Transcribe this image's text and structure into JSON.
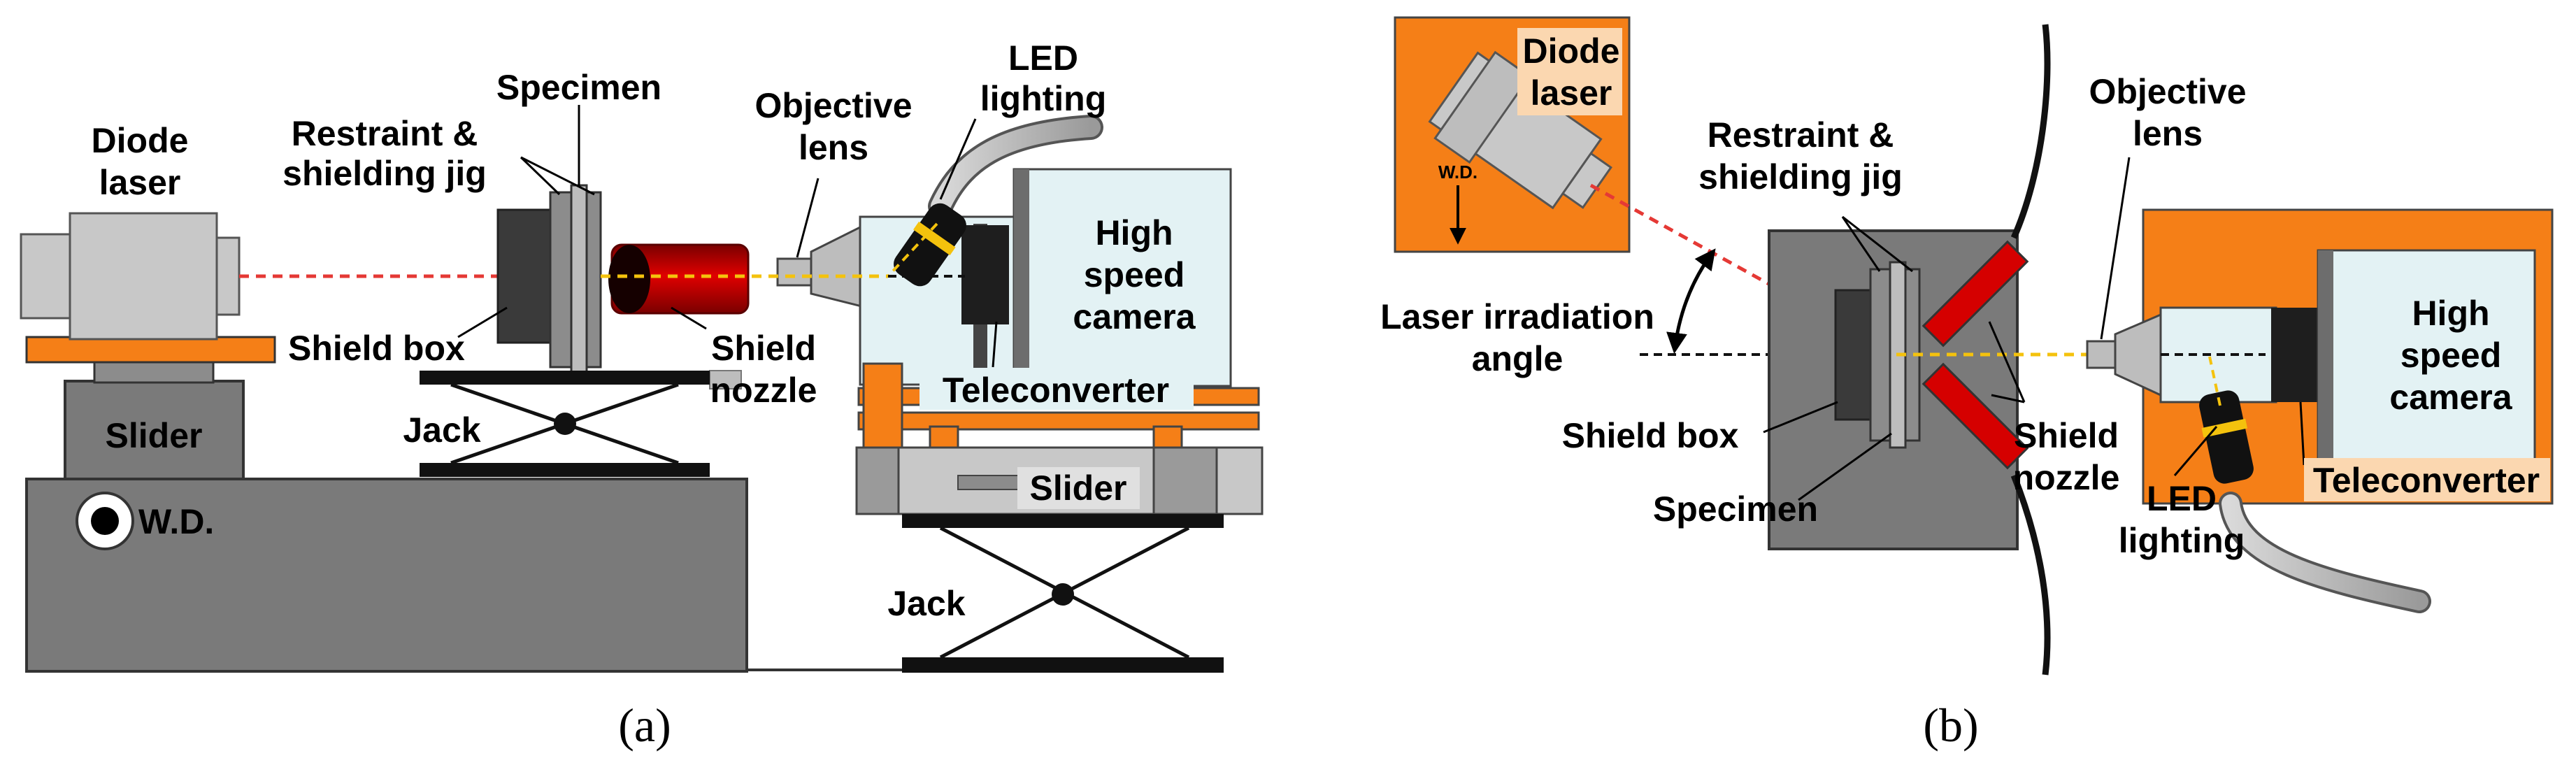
{
  "panel_a": {
    "caption": "(a)",
    "labels": {
      "diode_laser": [
        "Diode",
        "laser"
      ],
      "specimen": "Specimen",
      "restraint_jig": [
        "Restraint &",
        "shielding jig"
      ],
      "objective_lens": [
        "Objective",
        "lens"
      ],
      "led_lighting": [
        "LED",
        "lighting"
      ],
      "shield_box": "Shield box",
      "shield_nozzle": [
        "Shield",
        "nozzle"
      ],
      "high_speed_camera": [
        "High",
        "speed",
        "camera"
      ],
      "teleconverter": "Teleconverter",
      "slider_left": "Slider",
      "slider_right": "Slider",
      "jack_left": "Jack",
      "jack_right": "Jack",
      "wd": "W.D."
    }
  },
  "panel_b": {
    "caption": "(b)",
    "labels": {
      "diode_laser": [
        "Diode",
        "laser"
      ],
      "wd": "W.D.",
      "restraint_jig": [
        "Restraint &",
        "shielding jig"
      ],
      "objective_lens": [
        "Objective",
        "lens"
      ],
      "laser_angle": [
        "Laser irradiation",
        "angle"
      ],
      "high_speed_camera": [
        "High",
        "speed",
        "camera"
      ],
      "shield_box": "Shield box",
      "shield_nozzle": [
        "Shield",
        "nozzle"
      ],
      "specimen": "Specimen",
      "led_lighting": [
        "LED",
        "lighting"
      ],
      "teleconverter": "Teleconverter"
    }
  },
  "colors": {
    "orange": "#f57f17",
    "gray_dark": "#6d6d6d",
    "gray_mid": "#8c8c8c",
    "gray_light": "#c8c8c8",
    "camera_fill": "#e3f2f4",
    "laser_red": "#e53935",
    "beam_yellow": "#f4c20d",
    "nozzle_red": "#d50000"
  }
}
